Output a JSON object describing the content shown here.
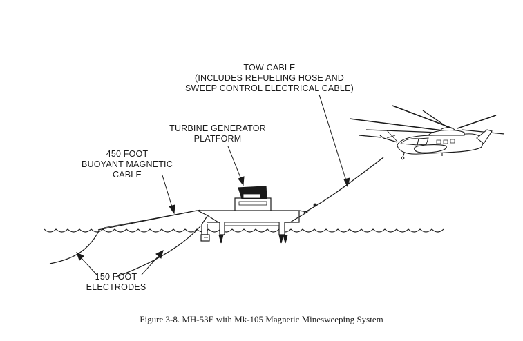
{
  "labels": {
    "tow_cable": [
      "TOW CABLE",
      "(INCLUDES REFUELING HOSE AND",
      "SWEEP CONTROL ELECTRICAL CABLE)"
    ],
    "turbine_generator": [
      "TURBINE GENERATOR",
      "PLATFORM"
    ],
    "buoyant_cable": [
      "450 FOOT",
      "BUOYANT MAGNETIC",
      "CABLE"
    ],
    "electrodes": [
      "150 FOOT",
      "ELECTRODES"
    ]
  },
  "caption": "Figure 3-8.  MH-53E with Mk-105 Magnetic Minesweeping System",
  "colors": {
    "line": "#1a1a1a",
    "fill_dark": "#1a1a1a",
    "fill_light": "#ffffff"
  },
  "icons": [
    "helicopter-icon",
    "turbine-generator-platform-icon",
    "water-surface-icon"
  ]
}
